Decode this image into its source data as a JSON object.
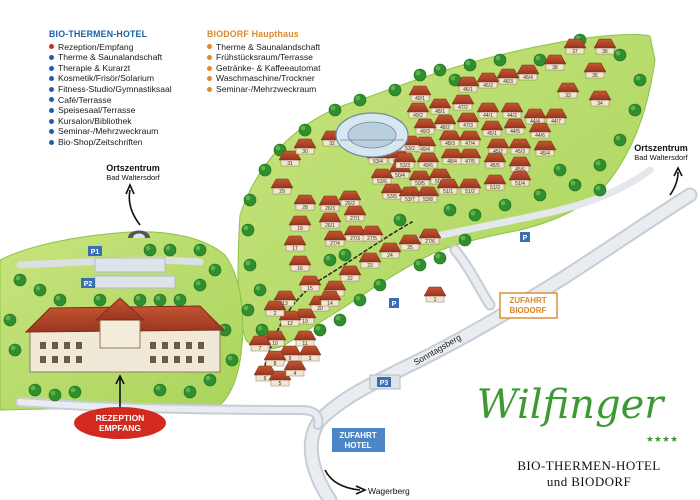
{
  "legend_hotel": {
    "title": "BIO-THERMEN-HOTEL",
    "items": [
      "Rezeption/Empfang",
      "Therme & Saunalandschaft",
      "Therapie & Kurarzt",
      "Kosmetik/Frisör/Solarium",
      "Fitness-Studio/Gymnastiksaal",
      "Café/Terrasse",
      "Speisesaal/Terrasse",
      "Kursalon/Bibliothek",
      "Seminar-/Mehrzweckraum",
      "Bio-Shop/Zeitschriften"
    ],
    "first_item_color": "#d22a1f",
    "item_color": "#1c5fa8"
  },
  "legend_dorf": {
    "title": "BIODORF Haupthaus",
    "items": [
      "Therme & Saunalandschaft",
      "Frühstücksraum/Terrasse",
      "Getränke- & Kaffeeautomat",
      "Waschmaschine/Trockner",
      "Seminar-/Mehrzweckraum"
    ],
    "item_color": "#e08a2a"
  },
  "places": {
    "ortszentrum_left": {
      "line1": "Ortszentrum",
      "line2": "Bad Waltersdorf"
    },
    "ortszentrum_right": {
      "line1": "Ortszentrum",
      "line2": "Bad Waltersdorf"
    },
    "wagerberg": "Wagerberg",
    "sonntagsberg": "Sonntagsberg"
  },
  "tags": {
    "zufahrt_biodorf": {
      "line1": "ZUFAHRT",
      "line2": "BIODORF",
      "color": "#d9892a"
    },
    "zufahrt_hotel": {
      "line1": "ZUFAHRT",
      "line2": "HOTEL",
      "color": "#4c86c6"
    },
    "rezeption": {
      "line1": "REZEPTION",
      "line2": "EMPFANG",
      "color": "#d22a1f"
    }
  },
  "parking": [
    "P1",
    "P2",
    "P3"
  ],
  "building_numbers": [
    {
      "n": "37"
    },
    {
      "n": "36"
    },
    {
      "n": "38"
    },
    {
      "n": "35"
    },
    {
      "n": "33"
    },
    {
      "n": "34"
    },
    {
      "n": "44/1"
    },
    {
      "n": "44/2"
    },
    {
      "n": "44/4"
    },
    {
      "n": "44/7"
    },
    {
      "n": "44/5"
    },
    {
      "n": "44/6"
    },
    {
      "n": "45/1"
    },
    {
      "n": "45/2"
    },
    {
      "n": "45/3"
    },
    {
      "n": "45/4"
    },
    {
      "n": "45/5"
    },
    {
      "n": "45/6"
    },
    {
      "n": "46/1"
    },
    {
      "n": "46/2"
    },
    {
      "n": "46/3"
    },
    {
      "n": "46/4"
    },
    {
      "n": "47/2"
    },
    {
      "n": "47/3"
    },
    {
      "n": "47/4"
    },
    {
      "n": "47/5"
    },
    {
      "n": "48/1"
    },
    {
      "n": "48/2"
    },
    {
      "n": "48/3"
    },
    {
      "n": "48/4"
    },
    {
      "n": "49/1"
    },
    {
      "n": "49/2"
    },
    {
      "n": "49/3"
    },
    {
      "n": "49/4"
    },
    {
      "n": "49/6"
    },
    {
      "n": "50/3"
    },
    {
      "n": "50/4"
    },
    {
      "n": "50/5"
    },
    {
      "n": "50/6"
    },
    {
      "n": "51/1"
    },
    {
      "n": "51/2"
    },
    {
      "n": "51/3"
    },
    {
      "n": "51/4"
    },
    {
      "n": "52/3"
    },
    {
      "n": "53/4"
    },
    {
      "n": "53/6"
    },
    {
      "n": "53/1"
    },
    {
      "n": "53/2"
    },
    {
      "n": "53/3"
    },
    {
      "n": "53/5"
    },
    {
      "n": "53/7"
    },
    {
      "n": "53/8"
    },
    {
      "n": "31"
    },
    {
      "n": "30"
    },
    {
      "n": "32"
    },
    {
      "n": "29"
    },
    {
      "n": "28"
    },
    {
      "n": "26/3"
    },
    {
      "n": "26/2"
    },
    {
      "n": "26/1"
    },
    {
      "n": "27/1"
    },
    {
      "n": "27/3"
    },
    {
      "n": "27/4"
    },
    {
      "n": "27/5"
    },
    {
      "n": "27/6"
    },
    {
      "n": "25"
    },
    {
      "n": "24"
    },
    {
      "n": "23"
    },
    {
      "n": "22"
    },
    {
      "n": "21"
    },
    {
      "n": "20"
    },
    {
      "n": "19"
    },
    {
      "n": "18"
    },
    {
      "n": "17"
    },
    {
      "n": "16"
    },
    {
      "n": "15"
    },
    {
      "n": "14"
    },
    {
      "n": "13"
    },
    {
      "n": "12"
    },
    {
      "n": "11"
    },
    {
      "n": "10"
    },
    {
      "n": "9"
    },
    {
      "n": "8"
    },
    {
      "n": "7"
    },
    {
      "n": "6"
    },
    {
      "n": "5"
    },
    {
      "n": "4"
    },
    {
      "n": "3"
    },
    {
      "n": "2"
    },
    {
      "n": "1"
    }
  ],
  "brand": {
    "logo_text": "Wilfinger",
    "stars": "★★★★",
    "line1": "BIO-THERMEN-HOTEL",
    "line2": "und BIODORF",
    "color": "#3d9a33"
  },
  "colors": {
    "grass": "#b9dd72",
    "grass_dark": "#8cc247",
    "road": "#cfd6dd",
    "roof": "#b5452a",
    "tree": "#2f8f2e"
  }
}
